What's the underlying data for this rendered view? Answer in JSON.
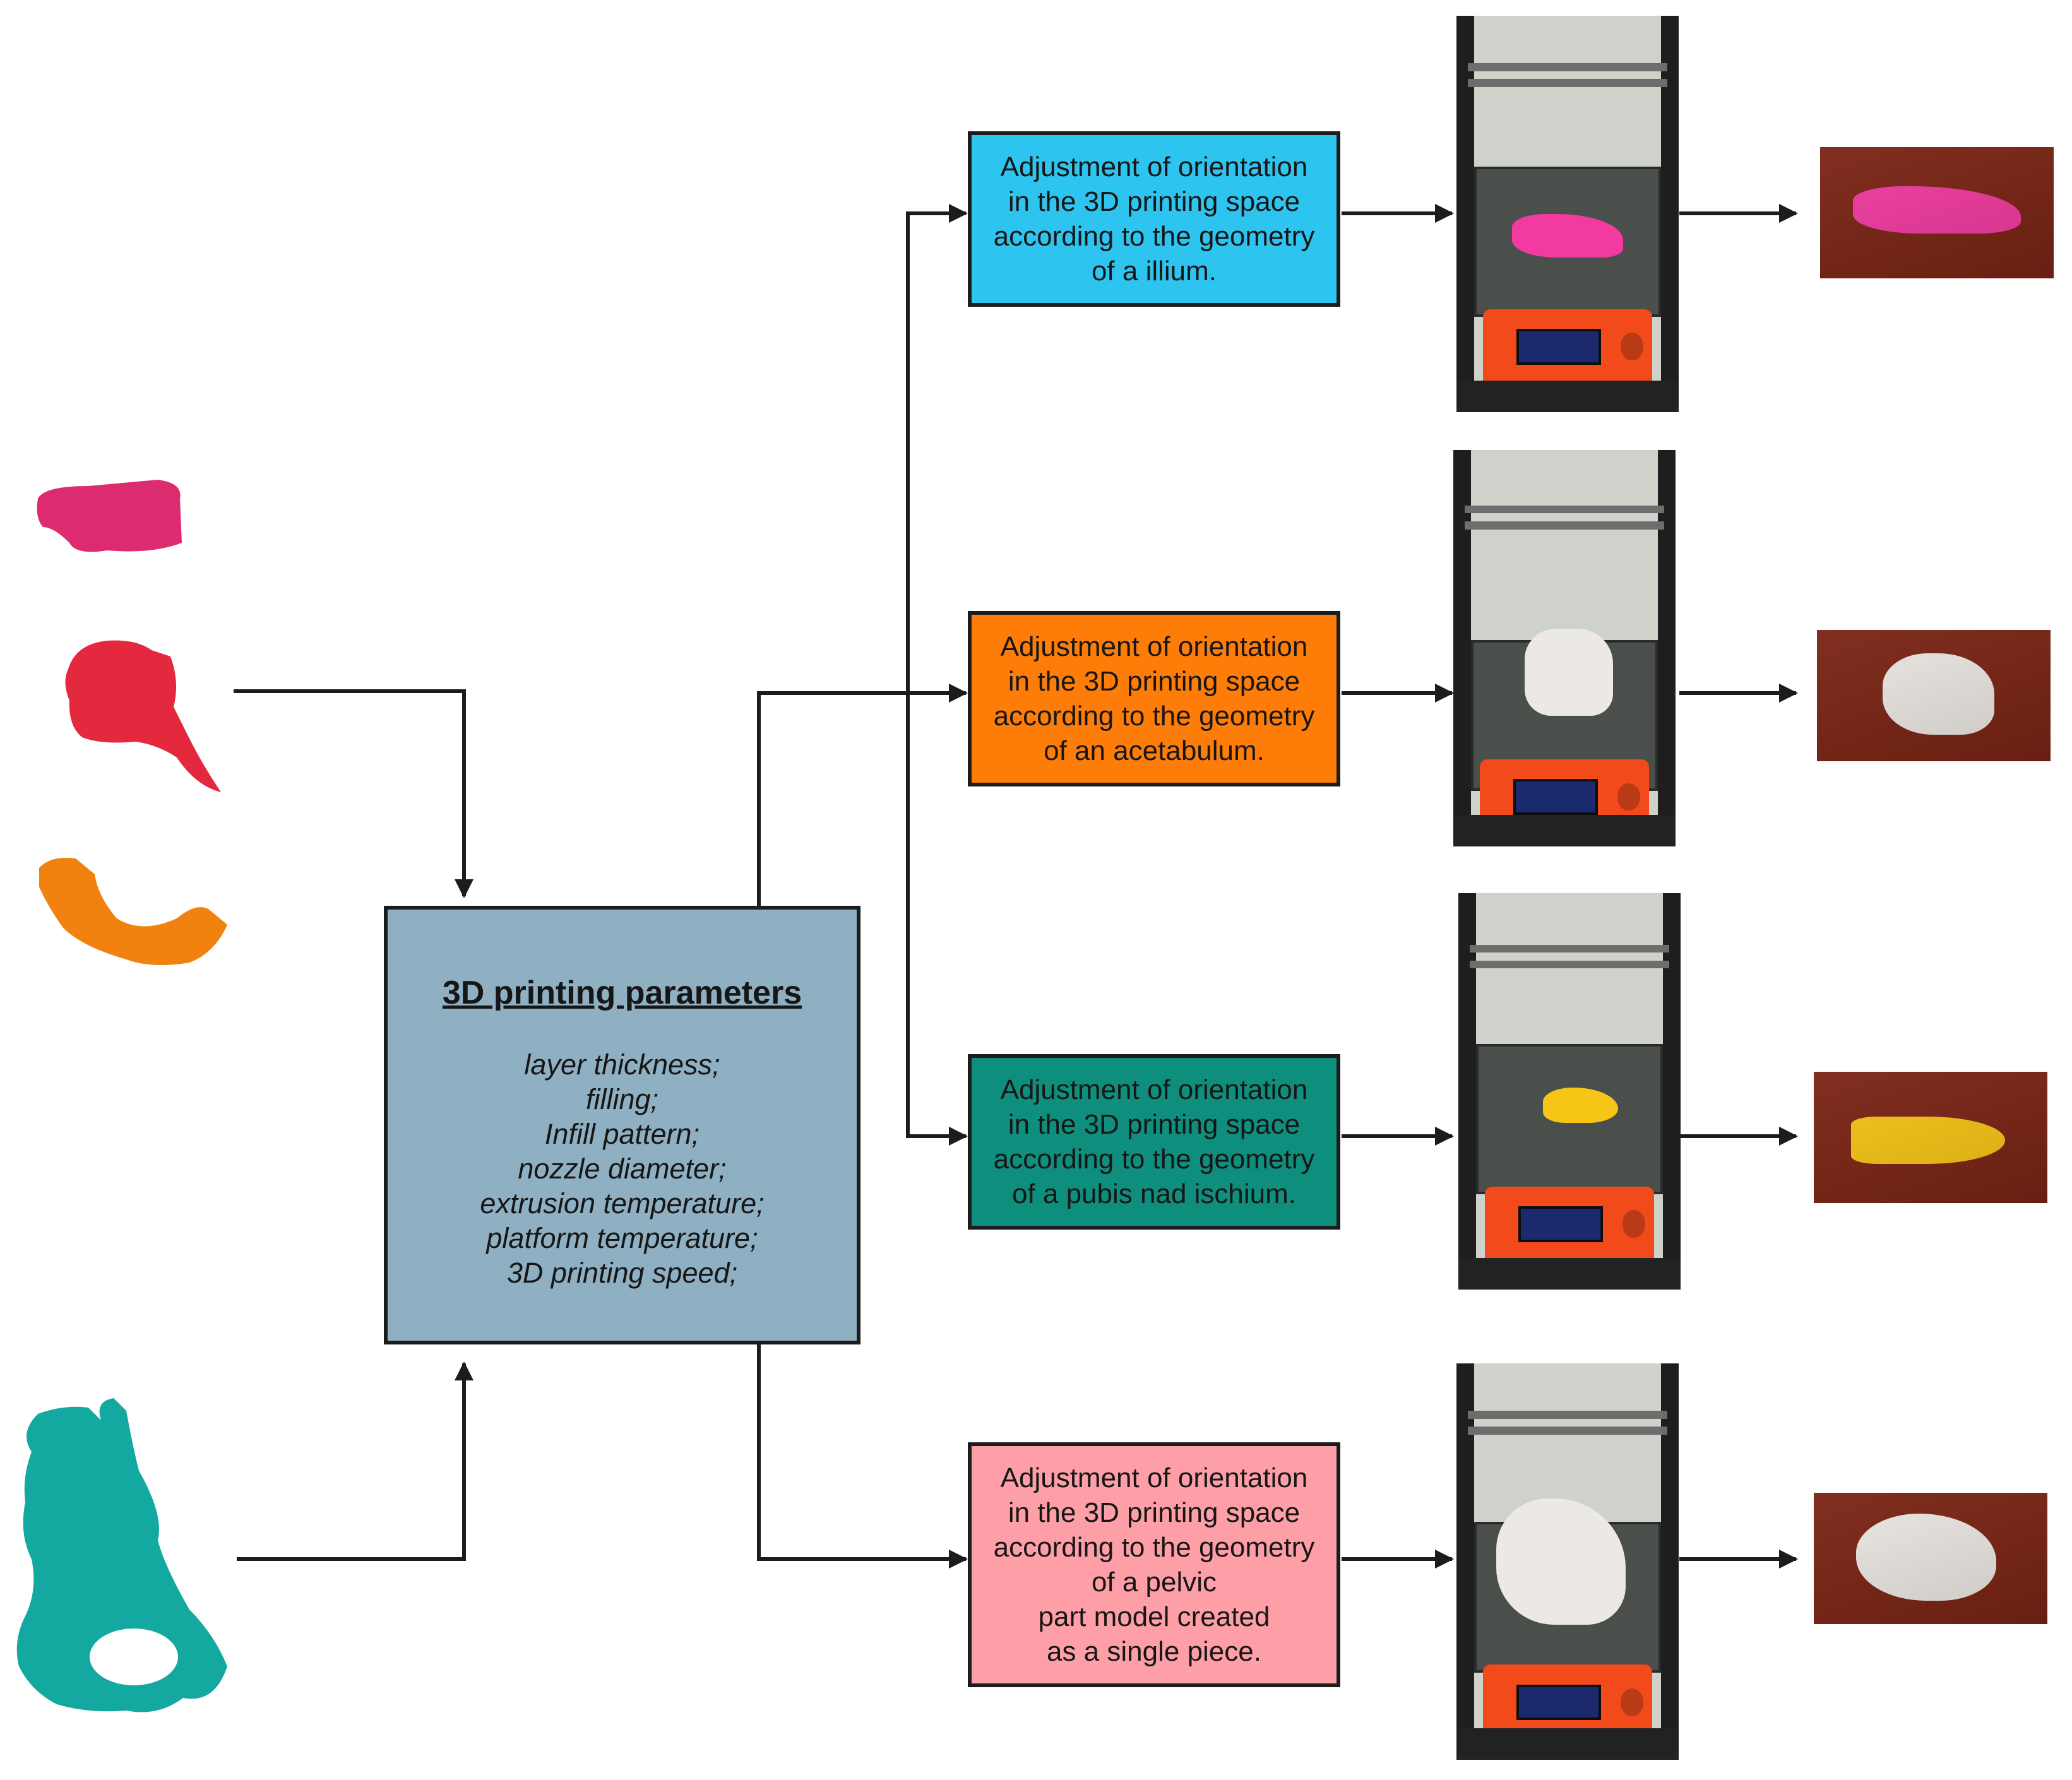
{
  "params": {
    "title": "3D printing parameters",
    "items": "layer thickness;\nfilling;\nInfill pattern;\nnozzle diameter;\nextrusion temperature;\nplatform temperature;\n3D printing speed;"
  },
  "steps": [
    {
      "text": "Adjustment of orientation\nin the 3D printing space\naccording to the geometry\nof a illium.",
      "color": "#2ec4f0"
    },
    {
      "text": "Adjustment of orientation\nin the 3D printing space\naccording to the geometry\nof an acetabulum.",
      "color": "#fe7c08"
    },
    {
      "text": "Adjustment of orientation\nin the 3D printing space\naccording to the geometry\nof a pubis nad ischium.",
      "color": "#0e8f7d"
    },
    {
      "text": "Adjustment of orientation\nin the 3D printing space\naccording to the geometry\nof a pelvic\npart model created\nas a single piece.",
      "color": "#fe9fa8"
    }
  ],
  "colors": {
    "params_box": "#8fb0c2",
    "illium_model": "#dd2b6f",
    "acetabulum_model": "#e4283e",
    "pubis_model": "#f2820f",
    "pelvis_model": "#14a9a0",
    "print_pink": "#f23aa1",
    "print_white": "#ece8e3",
    "print_yellow": "#f7c515",
    "lines": "#1c1c1c"
  }
}
